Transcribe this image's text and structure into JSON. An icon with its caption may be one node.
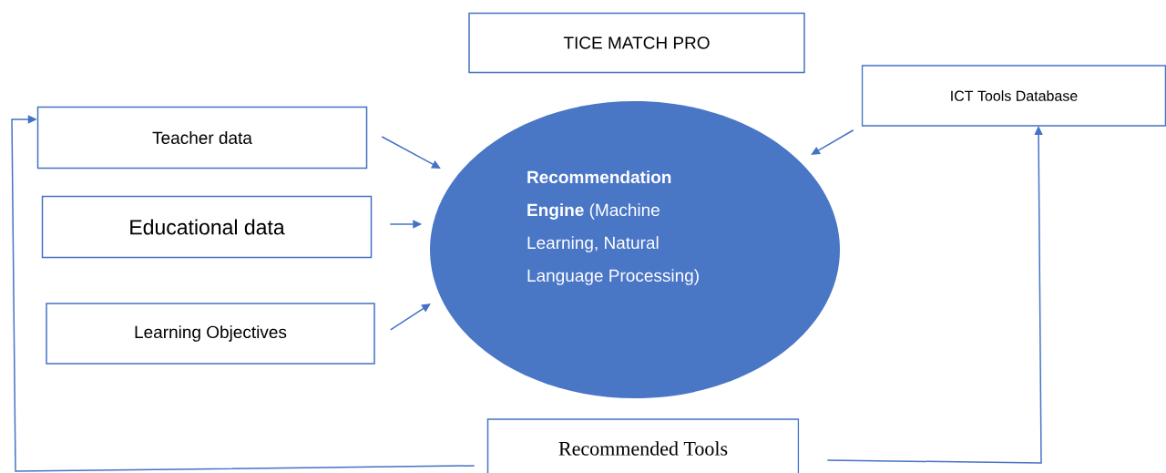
{
  "diagram": {
    "nodes": [
      {
        "text": [
          "TICE MATCH PRO"
        ]
      },
      {
        "text": [
          "ICT Tools Database"
        ]
      },
      {
        "text": [
          "Teacher data"
        ]
      },
      {
        "text": [
          "Educational data"
        ]
      },
      {
        "text": [
          "Learning Objectives"
        ]
      },
      {
        "text": [
          "**Recommendation Engine** (Machine Learning, Natural Language Processing)"
        ]
      },
      {
        "text": [
          "Recommended Tools"
        ]
      }
    ],
    "edges": [
      {
        "from": 2,
        "to": 5,
        "arrow": "to"
      },
      {
        "from": 3,
        "to": 5,
        "arrow": "to"
      },
      {
        "from": 4,
        "to": 5,
        "arrow": "to"
      },
      {
        "from": 1,
        "to": 5,
        "arrow": "to"
      },
      {
        "from": 6,
        "to": 1,
        "arrow": "to"
      },
      {
        "from": 6,
        "to": 2,
        "arrow": "to"
      }
    ]
  }
}
